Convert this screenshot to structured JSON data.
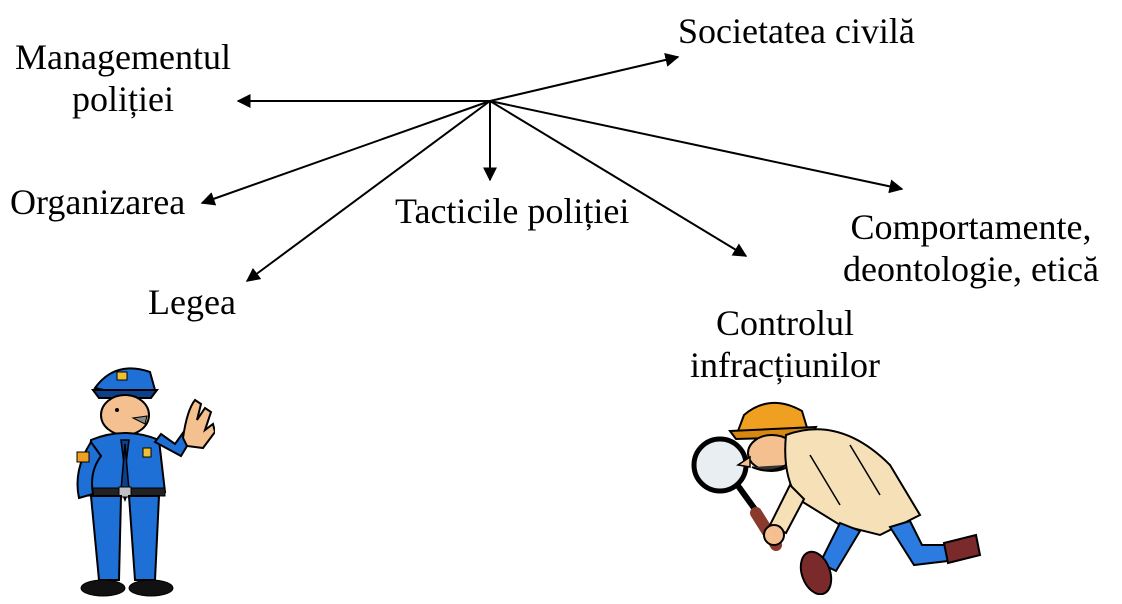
{
  "diagram": {
    "hub": "",
    "labels": {
      "managementul_line1": "Managementul",
      "managementul_line2": "poliției",
      "societatea": "Societatea civilă",
      "organizarea": "Organizarea",
      "tacticile": "Tacticile poliției",
      "legea": "Legea",
      "comportamente_line1": "Comportamente,",
      "comportamente_line2": "deontologie, etică",
      "controlul_line1": "Controlul",
      "controlul_line2": "infracțiunilor"
    }
  },
  "illustrations": {
    "policeman": "police-officer-clipart",
    "detective": "detective-with-magnifying-glass-clipart"
  },
  "colors": {
    "uniform": "#1e6fd6",
    "uniform_dark": "#0d3f8a",
    "coat": "#f6e0b8",
    "hat": "#f0a020",
    "skin": "#f4c090",
    "pants": "#2c7be0",
    "shoes": "#7a2a2a"
  }
}
